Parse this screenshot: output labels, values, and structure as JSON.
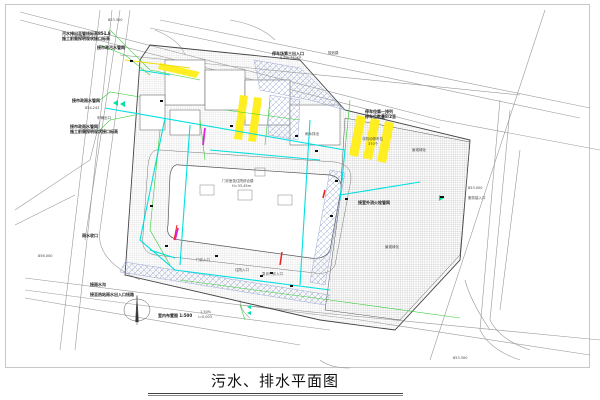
{
  "drawing": {
    "title": "污水、排水平面图",
    "scale_note": "室内布置图 1:500",
    "colors": {
      "frame": "#c8c8c8",
      "sewer_pipe": "#00e5e5",
      "drain_pipe": "#33cc33",
      "yellow_zone": "#ffee22",
      "magenta": "#e020e0",
      "red": "#ee2222",
      "hatch": "#8899cc",
      "road": "#999999"
    }
  },
  "labels": {
    "leader_1_line1": "污水排出至管线标高851.8",
    "leader_1_line2": "施工前需探明现状接口标高",
    "leader_2": "接市政污水管网",
    "leader_3": "接市政雨水管网",
    "leader_4_line1": "接市政雨水管网",
    "leader_4_line2": "施工前需探明现状接口标高",
    "elev_top": "853.300",
    "elev_left": "854.243",
    "elev_bottom_left": "856.000",
    "elev_bottom_right": "853.300",
    "elev_right": "853.000",
    "entrance_left": "车辆出口",
    "entrance_right": "服务接入口",
    "parking_top_1": "停车场第三出入口",
    "parking_top_2": "5.5m 750KP",
    "parking_right_1": "停车位第一排列",
    "parking_right_2": "停车位数量8/2至",
    "yellow_zone_label": "非机动停车位",
    "yellow_zone_sub": "370个",
    "hatched_area": "景观绿化",
    "green_area_right": "景观绿化",
    "plaza_label_1": "门诊医技住院综合楼",
    "plaza_label_2": "H=33.45m",
    "gate_1": "门诊入口",
    "gate_2": "急诊门诊入口",
    "gate_3": "住院入口",
    "left_label_1": "雨水收口",
    "left_label_2": "接雨水沟",
    "left_label_3": "接至热站雨水出入口线路",
    "fire_pipe": "接室外消火栓管网",
    "mid_label": "雨水排出",
    "north_arrow_note": "室内布置图 1:500",
    "road_name": "规划路",
    "dim_1": "1.50%",
    "dim_2": "i=0.003"
  }
}
